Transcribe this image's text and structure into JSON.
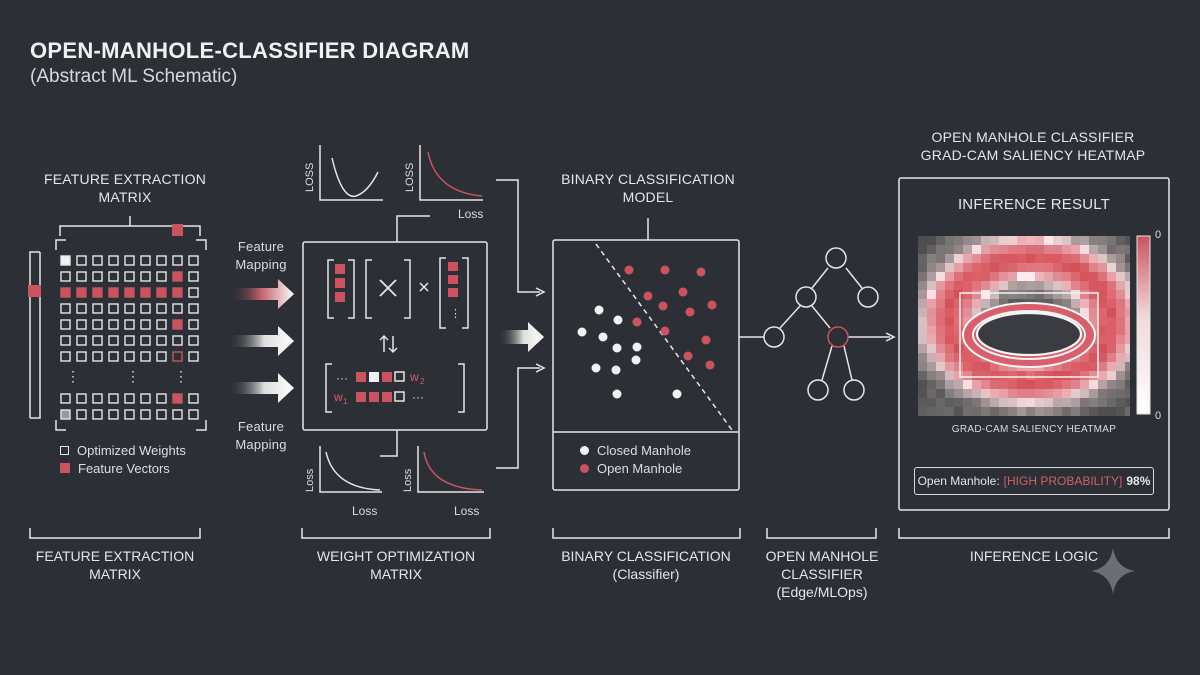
{
  "header": {
    "title": "OPEN-MANHOLE-CLASSIFIER DIAGRAM",
    "subtitle": "(Abstract ML Schematic)"
  },
  "feature_matrix": {
    "title_line1": "FEATURE EXTRACTION",
    "title_line2": "MATRIX",
    "legend_weights": "Optimized Weights",
    "legend_vectors": "Feature Vectors"
  },
  "mapping": {
    "top_line1": "Feature",
    "top_line2": "Mapping",
    "bottom_line1": "Feature",
    "bottom_line2": "Mapping"
  },
  "weight_optimization": {
    "loss_axis_y": "LOSS",
    "loss_axis_y_alt": "Loss",
    "loss_axis_x": "Loss",
    "w1": "w",
    "w1_sub": "1",
    "w2": "w",
    "w2_sub": "2",
    "ellipsis": "···"
  },
  "classifier": {
    "title_line1": "BINARY CLASSIFICATION",
    "title_line2": "MODEL",
    "legend_closed": "Closed Manhole",
    "legend_open": "Open Manhole"
  },
  "heatmap": {
    "title_line1": "OPEN MANHOLE CLASSIFIER",
    "title_line2": "GRAD-CAM SALIENCY HEATMAP",
    "inference_result": "INFERENCE RESULT",
    "caption": "GRAD-CAM SALIENCY HEATMAP",
    "scale_max": "0",
    "scale_min": "0",
    "result_label": "Open Manhole:",
    "result_level": "[HIGH PROBABILITY]",
    "result_pct": "98%"
  },
  "bottom_labels": {
    "feature_line1": "FEATURE EXTRACTION",
    "feature_line2": "MATRIX",
    "weight_line1": "WEIGHT OPTIMIZATION",
    "weight_line2": "MATRIX",
    "binary_line1": "BINARY CLASSIFICATION",
    "binary_line2": "(Classifier)",
    "edge_line1": "OPEN MANHOLE",
    "edge_line2": "CLASSIFIER",
    "edge_line3": "(Edge/MLOps)",
    "inference_line1": "INFERENCE LOGIC"
  },
  "colors": {
    "background": "#2c2f35",
    "accent_red": "#c9545f",
    "line": "#e6e6e8"
  }
}
